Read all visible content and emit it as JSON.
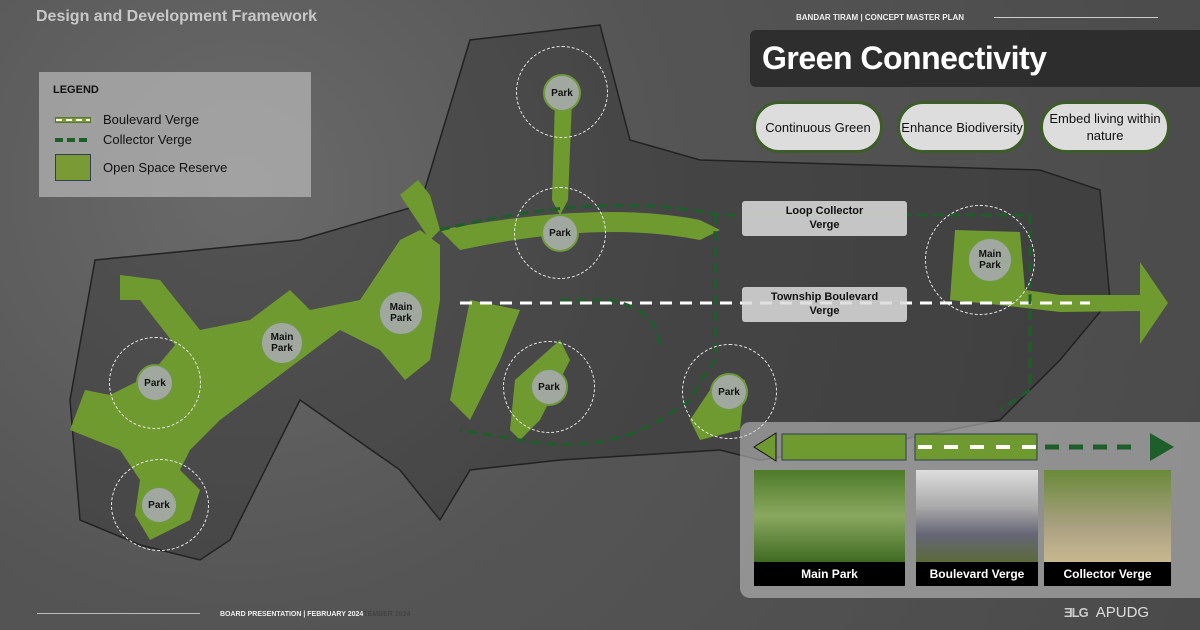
{
  "header": {
    "section_title": "Design and Development Framework",
    "project": "BANDAR TIRAM",
    "subtitle": "CONCEPT MASTER PLAN",
    "title": "Green Connectivity"
  },
  "legend": {
    "title": "LEGEND",
    "items": [
      {
        "label": "Boulevard Verge"
      },
      {
        "label": "Collector Verge"
      },
      {
        "label": "Open Space Reserve"
      }
    ]
  },
  "principles": [
    {
      "label": "Continuous Green"
    },
    {
      "label": "Enhance Biodiversity"
    },
    {
      "label": "Embed living within nature"
    }
  ],
  "parks": [
    {
      "label": "Park"
    },
    {
      "label": "Park"
    },
    {
      "label": "Main Park"
    },
    {
      "label": "Main Park"
    },
    {
      "label": "Park"
    },
    {
      "label": "Park"
    },
    {
      "label": "Park"
    },
    {
      "label": "Park"
    },
    {
      "label": "Main Park"
    }
  ],
  "map_labels": {
    "loop": "Loop Collector Verge",
    "boulevard": "Township Boulevard Verge"
  },
  "panel": {
    "captions": [
      "Main Park",
      "Boulevard Verge",
      "Collector Verge"
    ]
  },
  "footer": {
    "text": "BOARD PRESENTATION | FEBRUARY 2024",
    "overlap": "TEMBER 2024",
    "logo_mark": "ƎLG",
    "logo": "APUDG"
  },
  "colors": {
    "green": "#6f9a30",
    "dark_green": "#1e5e2a",
    "pill_border": "#3d5d28"
  }
}
